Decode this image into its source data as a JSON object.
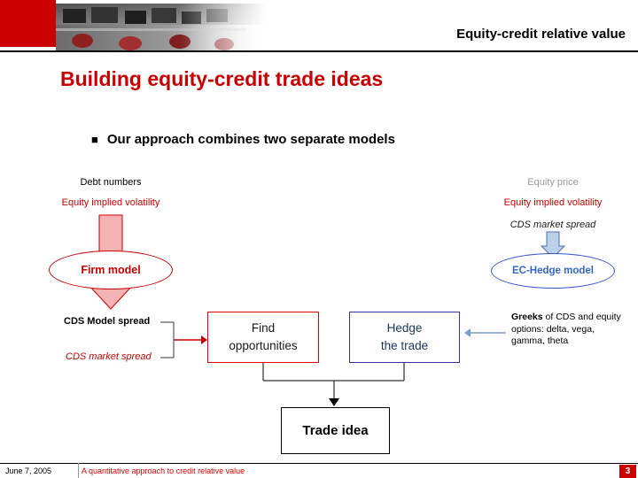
{
  "header": {
    "title": "Equity-credit relative value"
  },
  "slide": {
    "title": "Building equity-credit trade ideas",
    "bullet_icon": "■",
    "bullet_text": "Our approach combines two separate models"
  },
  "firm_branch": {
    "input_debt": "Debt numbers",
    "input_vol": "Equity implied volatility",
    "model_label": "Firm model",
    "output_model_spread": "CDS Model spread",
    "output_market_spread": "CDS market spread"
  },
  "hedge_branch": {
    "input_price": "Equity price",
    "input_vol": "Equity implied volatility",
    "input_cds": "CDS market spread",
    "model_label": "EC-Hedge model",
    "output_greeks_bold": "Greeks",
    "output_greeks_rest": " of CDS and equity options: delta, vega, gamma, theta"
  },
  "flow_boxes": {
    "find_line1": "Find",
    "find_line2": "opportunities",
    "hedge_line1": "Hedge",
    "hedge_line2": "the trade",
    "trade_idea": "Trade idea"
  },
  "footer": {
    "date": "June 7, 2005",
    "caption": "A quantitative approach to credit relative value",
    "page_number": "3"
  },
  "colors": {
    "accent_red": "#CC0000",
    "accent_blue": "#3355CC",
    "gray_label": "#999999",
    "arrow_red_fill": "#F4B3B3",
    "arrow_blue_fill": "#BCD0E8"
  }
}
